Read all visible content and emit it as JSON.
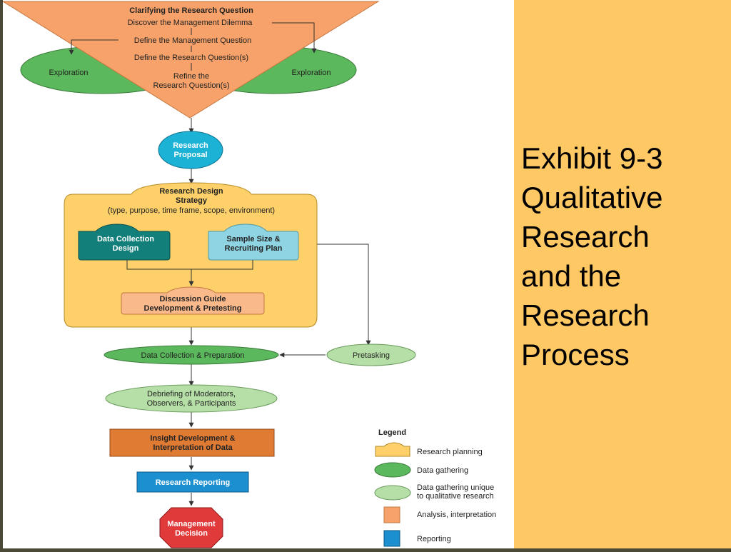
{
  "title": {
    "lines": [
      "Exhibit 9-3",
      "Qualitative",
      "Research",
      "and the",
      "Research",
      "Process"
    ]
  },
  "diagram": {
    "triangle": {
      "heading": "Clarifying the Research Question",
      "step1": "Discover the Management Dilemma",
      "step2": "Define the Management Question",
      "step3": "Define the Research Question(s)",
      "step4_line1": "Refine the",
      "step4_line2": "Research Question(s)"
    },
    "exploration_left": "Exploration",
    "exploration_right": "Exploration",
    "proposal_line1": "Research",
    "proposal_line2": "Proposal",
    "strategy": {
      "title_line1": "Research Design",
      "title_line2": "Strategy",
      "subtitle": "(type, purpose, time frame, scope, environment)",
      "data_collection_line1": "Data Collection",
      "data_collection_line2": "Design",
      "sample_size_line1": "Sample Size &",
      "sample_size_line2": "Recruiting Plan",
      "guide_line1": "Discussion Guide",
      "guide_line2": "Development & Pretesting"
    },
    "data_collection_prep": "Data Collection & Preparation",
    "pretasking": "Pretasking",
    "debriefing_line1": "Debriefing of Moderators,",
    "debriefing_line2": "Observers, & Participants",
    "insight_line1": "Insight Development &",
    "insight_line2": "Interpretation of Data",
    "reporting": "Research Reporting",
    "decision_line1": "Management",
    "decision_line2": "Decision"
  },
  "legend": {
    "title": "Legend",
    "items": [
      {
        "label": "Research planning",
        "color": "#fdd06a"
      },
      {
        "label": "Data gathering",
        "color": "#5cb85c"
      },
      {
        "label_line1": "Data gathering unique",
        "label_line2": "to qualitative research",
        "color": "#b5dfa6"
      },
      {
        "label": "Analysis, interpretation",
        "color": "#f6a26a"
      },
      {
        "label": "Reporting",
        "color": "#1b8fd0"
      }
    ]
  },
  "colors": {
    "triangle": "#f6a26a",
    "exploration": "#5cb85c",
    "proposal": "#1cb2d6",
    "strategy_box": "#fdd06a",
    "data_collection_design": "#137f7a",
    "sample_size": "#8fd4e2",
    "guide": "#f9b98a",
    "pretasking": "#b5dfa6",
    "insight": "#e07b34",
    "reporting": "#1b8fd0",
    "decision": "#e03a3a",
    "title_panel": "#fec864"
  }
}
